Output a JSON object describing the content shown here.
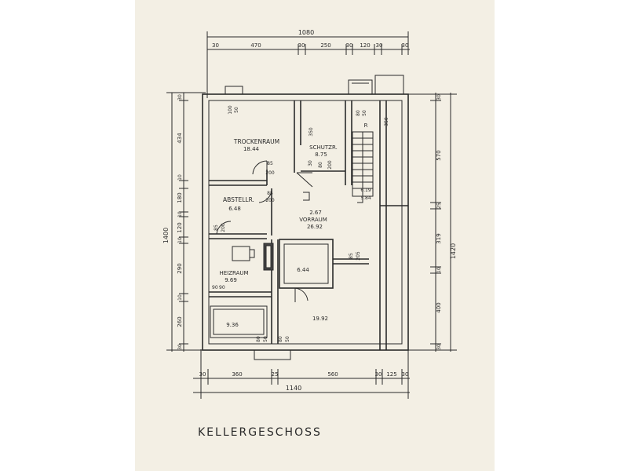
{
  "title": "KELLERGESCHOSS",
  "dimensions": {
    "top_total": "1080",
    "top_segments": [
      "30",
      "470",
      "30",
      "250",
      "30",
      "120",
      "30",
      "30"
    ],
    "bottom_total": "1140",
    "bottom_segments": [
      "30",
      "360",
      "25",
      "560",
      "30",
      "125",
      "30"
    ],
    "left_total": "1400",
    "left_segments": [
      "30",
      "434",
      "10",
      "180",
      "10",
      "120",
      "10",
      "290",
      "10",
      "260",
      "30"
    ],
    "right_total": "1420",
    "right_segments": [
      "30",
      "570",
      "25",
      "319",
      "10",
      "400",
      "30"
    ],
    "stair_width": "350"
  },
  "rooms": [
    {
      "name": "TROCKENRAUM",
      "area": "18.44"
    },
    {
      "name": "SCHUTZR.",
      "area": "8.75"
    },
    {
      "name": "ABSTELLR.",
      "area": "6.48"
    },
    {
      "name": "VORRAUM",
      "area": "26.92"
    },
    {
      "name": "HEIZRAUM",
      "area": "9.69"
    },
    {
      "name": "",
      "area": "6.44"
    },
    {
      "name": "",
      "area": "9.36"
    },
    {
      "name": "",
      "area": "19.92"
    }
  ],
  "vorraum_height": "2.67",
  "openings": {
    "window_top": "100",
    "window_top_h": "50",
    "trocken_door_w": "85",
    "trocken_door_h": "200",
    "schutz_a": "350",
    "schutz_b": "30",
    "schutz_c": "80",
    "schutz_d": "200",
    "stair_a": "80",
    "stair_b": "50",
    "abstell_door_w": "85",
    "abstell_door_h": "200",
    "heiz_door_w": "85",
    "heiz_door_h": "200",
    "room644_door_w": "85",
    "room644_door_h": "205",
    "heiz_window_w": "90",
    "heiz_window_h": "90",
    "bottom_win_a": "80",
    "bottom_win_b": "50",
    "bottom_win_c": "80",
    "bottom_win_d": "50",
    "stair_marks": [
      "6.19",
      "5.84"
    ],
    "stair_label": "R"
  }
}
